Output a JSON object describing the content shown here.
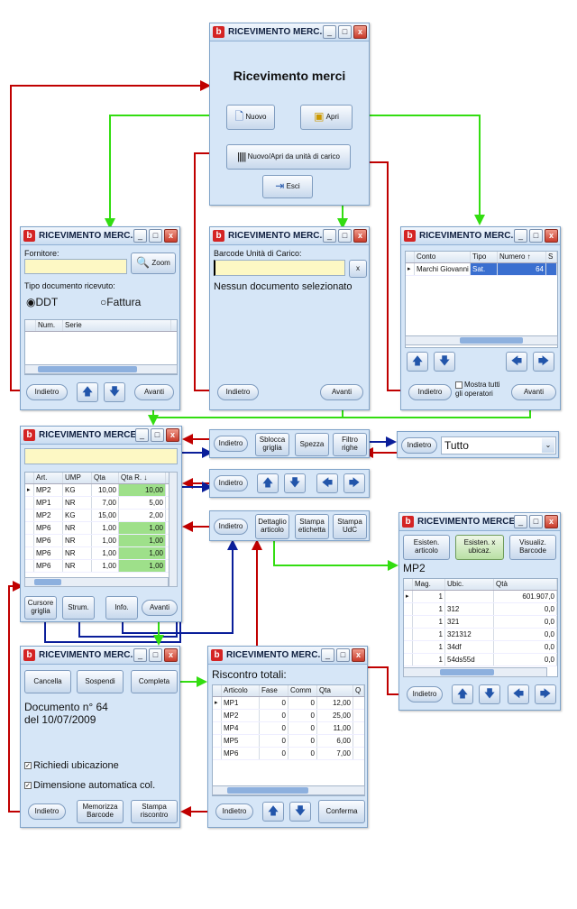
{
  "w1": {
    "title": "RICEVIMENTO MERC...",
    "heading": "Ricevimento merci",
    "nuovo": "Nuovo",
    "apri": "Apri",
    "nuovo_uc": "Nuovo/Apri da unità di carico",
    "esci": "Esci"
  },
  "w2": {
    "title": "RICEVIMENTO MERC...",
    "fornitore": "Fornitore:",
    "zoom": "Zoom",
    "tipo": "Tipo documento ricevuto:",
    "ddt": "DDT",
    "fattura": "Fattura",
    "cols": [
      "Num.",
      "Serie"
    ],
    "indietro": "Indietro",
    "avanti": "Avanti"
  },
  "w3": {
    "title": "RICEVIMENTO MERC...",
    "barcode_label": "Barcode Unità di Carico:",
    "clear": "x",
    "message": "Nessun documento selezionato",
    "indietro": "Indietro",
    "avanti": "Avanti"
  },
  "w4": {
    "title": "RICEVIMENTO MERC...",
    "cols": [
      "Conto",
      "Tipo",
      "Numero ↑",
      "S"
    ],
    "row": [
      "Marchi Giovanni",
      "Sat.",
      "64"
    ],
    "mostra": "Mostra tutti gli operatori",
    "indietro": "Indietro",
    "avanti": "Avanti"
  },
  "w5": {
    "title": "RICEVIMENTO MERCE ...",
    "cols": [
      "Art.",
      "UMP",
      "Qta",
      "Qta R. ↓"
    ],
    "rows": [
      [
        "MP2",
        "KG",
        "10,00",
        "10,00"
      ],
      [
        "MP1",
        "NR",
        "7,00",
        "5,00"
      ],
      [
        "MP2",
        "KG",
        "15,00",
        "2,00"
      ],
      [
        "MP6",
        "NR",
        "1,00",
        "1,00"
      ],
      [
        "MP6",
        "NR",
        "1,00",
        "1,00"
      ],
      [
        "MP6",
        "NR",
        "1,00",
        "1,00"
      ],
      [
        "MP6",
        "NR",
        "1,00",
        "1,00"
      ]
    ],
    "cursore": "Cursore griglia",
    "strum": "Strum.",
    "info": "Info.",
    "avanti": "Avanti"
  },
  "tb1": {
    "indietro": "Indietro",
    "sblocca": "Sblocca griglia",
    "spezza": "Spezza",
    "filtro": "Filtro righe"
  },
  "filter": {
    "indietro": "Indietro",
    "value": "Tutto"
  },
  "tb2": {
    "indietro": "Indietro"
  },
  "tb3": {
    "indietro": "Indietro",
    "dettaglio": "Dettaglio articolo",
    "stampa_etichetta": "Stampa etichetta",
    "stampa_udc": "Stampa UdC"
  },
  "w6": {
    "title": "RICEVIMENTO MERCE ...",
    "esisten": "Esisten. articolo",
    "esisten_ubic": "Esisten. x ubicaz.",
    "visualiz": "Visualiz. Barcode",
    "article": "MP2",
    "cols": [
      "Mag.",
      "Ubic.",
      "Qtà"
    ],
    "rows": [
      [
        "1",
        "",
        "601.907,0"
      ],
      [
        "1",
        "312",
        "0,0"
      ],
      [
        "1",
        "321",
        "0,0"
      ],
      [
        "1",
        "321312",
        "0,0"
      ],
      [
        "1",
        "34df",
        "0,0"
      ],
      [
        "1",
        "54ds55d",
        "0,0"
      ]
    ],
    "indietro": "Indietro"
  },
  "w7": {
    "title": "RICEVIMENTO MERC...",
    "cancella": "Cancella",
    "sospendi": "Sospendi",
    "completa": "Completa",
    "doc1": "Documento n° 64",
    "doc2": "del 10/07/2009",
    "richiedi": "Richiedi ubicazione",
    "dimensione": "Dimensione automatica col.",
    "indietro": "Indietro",
    "memorizza": "Memorizza Barcode",
    "stampa": "Stampa riscontro"
  },
  "w8": {
    "title": "RICEVIMENTO MERC...",
    "heading": "Riscontro totali:",
    "cols": [
      "Articolo",
      "Fase",
      "Comm",
      "Qta",
      "Q"
    ],
    "rows": [
      [
        "MP1",
        "0",
        "0",
        "12,00"
      ],
      [
        "MP2",
        "0",
        "0",
        "25,00"
      ],
      [
        "MP4",
        "0",
        "0",
        "11,00"
      ],
      [
        "MP5",
        "0",
        "0",
        "6,00"
      ],
      [
        "MP6",
        "0",
        "0",
        "7,00"
      ]
    ],
    "indietro": "Indietro",
    "conferma": "Conferma"
  },
  "colors": {
    "red_arrow": "#c00000",
    "green_arrow": "#33dd11",
    "blue_arrow": "#0a1e9a",
    "grid_green": "#9ee08a",
    "input_yellow": "#fdf8c4"
  }
}
